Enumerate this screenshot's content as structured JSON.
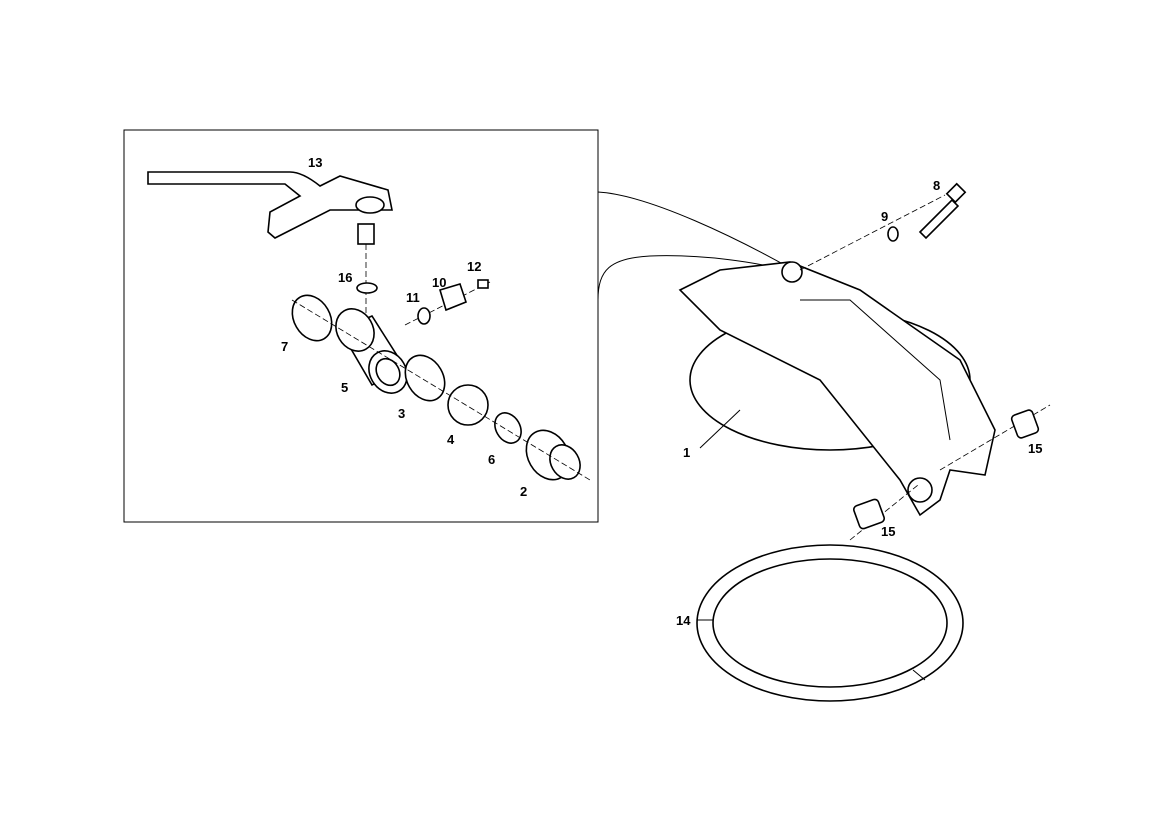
{
  "diagram": {
    "type": "exploded-parts-diagram",
    "labels": [
      "13",
      "16",
      "10",
      "12",
      "11",
      "7",
      "5",
      "3",
      "4",
      "6",
      "2",
      "8",
      "9",
      "1",
      "15",
      "15",
      "14"
    ]
  }
}
